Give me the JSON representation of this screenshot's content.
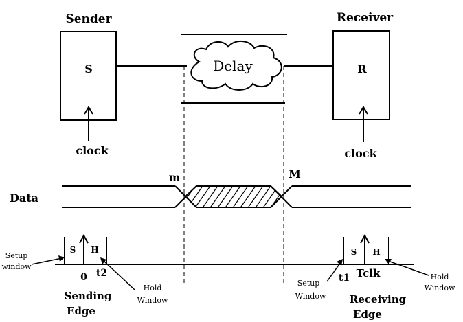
{
  "sender": {
    "title": "Sender",
    "box_label": "S",
    "clock_label": "clock"
  },
  "receiver": {
    "title": "Receiver",
    "box_label": "R",
    "clock_label": "clock"
  },
  "delay": {
    "label": "Delay"
  },
  "data_signal": {
    "label": "Data",
    "min_marker": "m",
    "max_marker": "M"
  },
  "sending_edge": {
    "setup_label": "S",
    "hold_label": "H",
    "edge_time": "0",
    "hold_time": "t2",
    "setup_window_label": [
      "Setup",
      "window"
    ],
    "hold_window_label": [
      "Hold",
      "Window"
    ],
    "edge_label": [
      "Sending",
      "Edge"
    ]
  },
  "receiving_edge": {
    "setup_label": "S",
    "hold_label": "H",
    "setup_time": "t1",
    "edge_time": "Tclk",
    "setup_window_label": [
      "Setup",
      "Window"
    ],
    "hold_window_label": [
      "Hold",
      "Window"
    ],
    "edge_label": [
      "Receiving",
      "Edge"
    ]
  },
  "colors": {
    "line": "#000000",
    "background": "#ffffff"
  }
}
